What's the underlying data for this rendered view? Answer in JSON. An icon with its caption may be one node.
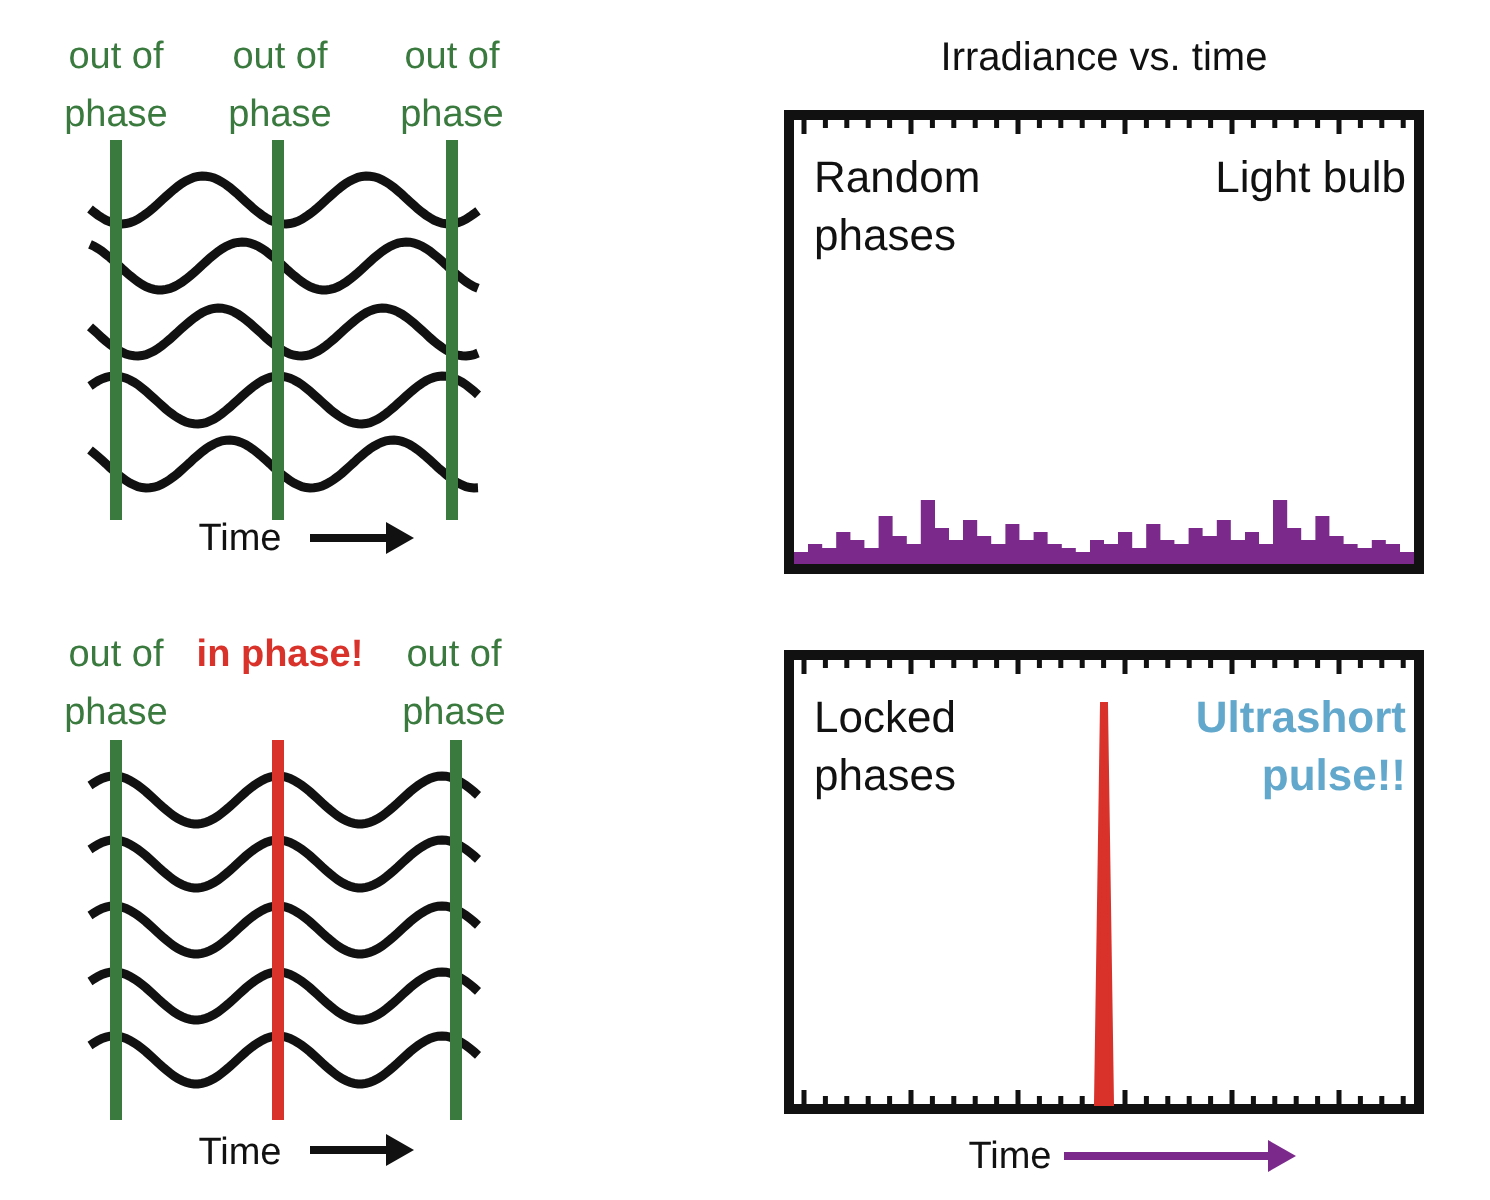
{
  "diagram": {
    "title": "Irradiance vs. time",
    "nodes": [
      {
        "text": [
          "Random phases",
          "Light bulb"
        ]
      },
      {
        "text": [
          "Locked phases",
          "Ultrashort pulse!!"
        ]
      }
    ],
    "labels": [
      "out of phase",
      "out of phase",
      "out of phase",
      "Time",
      "out of phase",
      "in phase!",
      "out of phase",
      "Time",
      "Time"
    ]
  }
}
